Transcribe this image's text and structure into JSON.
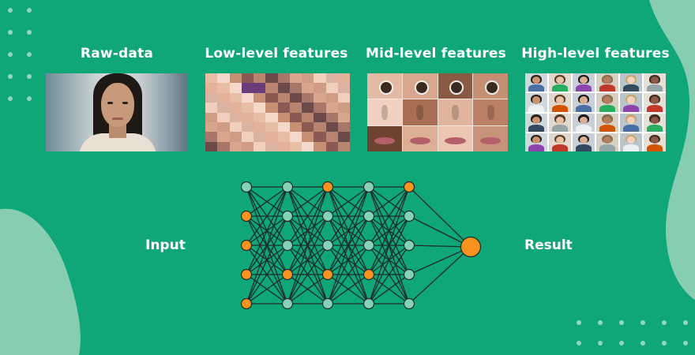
{
  "stages": [
    {
      "key": "raw",
      "label": "Raw-data"
    },
    {
      "key": "low",
      "label": "Low-level features"
    },
    {
      "key": "mid",
      "label": "Mid-level features"
    },
    {
      "key": "high",
      "label": "High-level features"
    }
  ],
  "network": {
    "input_label": "Input",
    "output_label": "Result",
    "layers": [
      [
        "teal",
        "orange",
        "orange",
        "orange",
        "orange"
      ],
      [
        "teal",
        "teal",
        "teal",
        "orange",
        "teal"
      ],
      [
        "orange",
        "teal",
        "teal",
        "orange",
        "teal"
      ],
      [
        "teal",
        "teal",
        "teal",
        "orange",
        "teal"
      ],
      [
        "orange",
        "teal",
        "teal",
        "teal",
        "teal"
      ]
    ],
    "output_nodes": [
      "orange"
    ]
  },
  "colors": {
    "background": "#0fa678",
    "blob": "#86cdb1",
    "node_teal": "#86d2b7",
    "node_orange": "#f7931e",
    "edge": "#1d2b2a"
  },
  "icons": [
    "face-photo",
    "pixel-mosaic",
    "face-parts-grid",
    "faces-grid"
  ]
}
